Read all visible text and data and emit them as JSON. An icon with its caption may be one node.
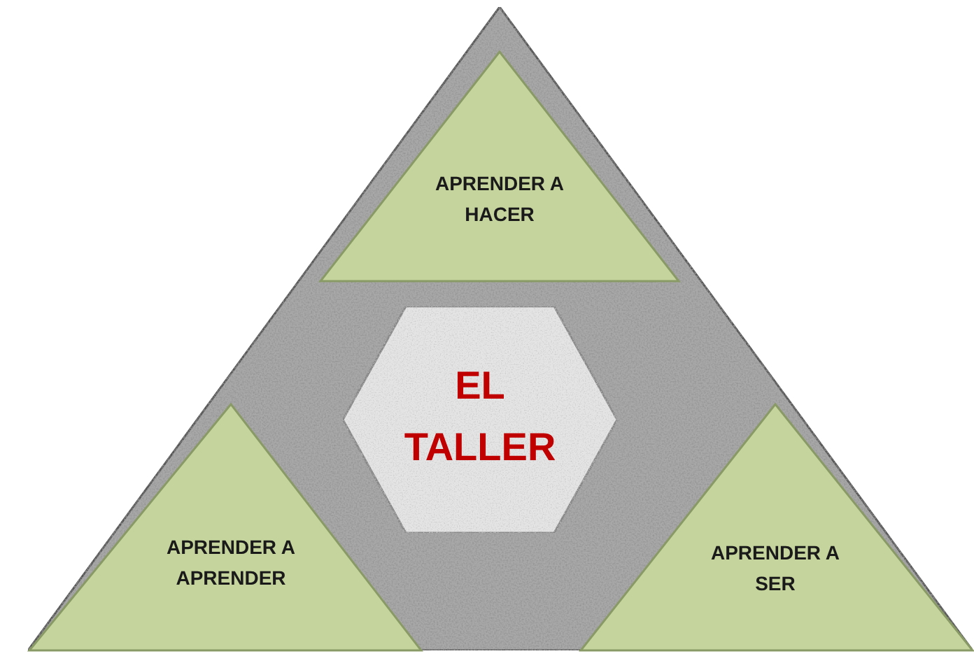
{
  "diagram": {
    "nodes": [
      {
        "text": [],
        "shape": "triangle"
      },
      {
        "text": [
          "APRENDER A HACER"
        ],
        "in": 0
      },
      {
        "text": [
          "EL TALLER"
        ],
        "in": 0
      },
      {
        "text": [
          "APRENDER A APRENDER"
        ],
        "in": 0
      },
      {
        "text": [
          "APRENDER A SER"
        ],
        "in": 0
      }
    ]
  }
}
